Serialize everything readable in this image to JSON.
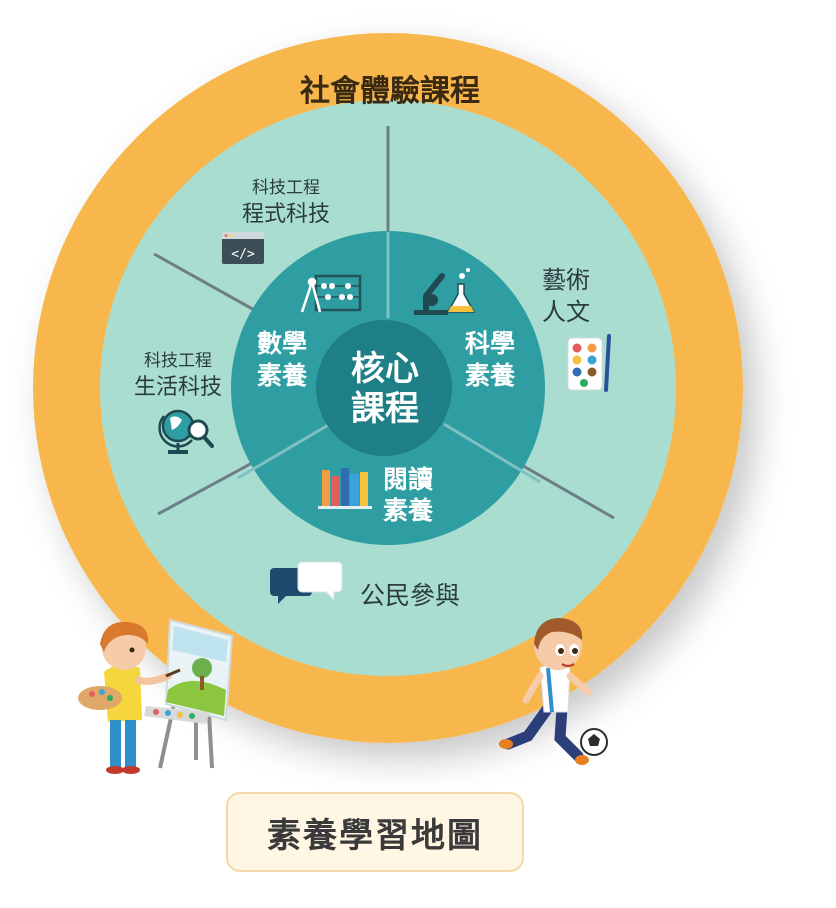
{
  "diagram": {
    "outer_ring_label": "社會體驗課程",
    "core": {
      "line1": "核心",
      "line2": "課程"
    },
    "inner_segments": {
      "math": {
        "line1": "數學",
        "line2": "素養"
      },
      "science": {
        "line1": "科學",
        "line2": "素養"
      },
      "reading": {
        "line1": "閱讀",
        "line2": "素養"
      }
    },
    "middle_segments": {
      "programming": {
        "small": "科技工程",
        "large": "程式科技"
      },
      "living_tech": {
        "small": "科技工程",
        "large": "生活科技"
      },
      "arts": {
        "line1": "藝術",
        "line2": "人文"
      },
      "civic": {
        "label": "公民參與"
      }
    }
  },
  "map_title": "素養學習地圖",
  "colors": {
    "outer_ring": "#f8b74d",
    "middle_ring": "#a9ddd0",
    "inner_ring": "#2f9ea3",
    "core": "#1f7f86",
    "title_box_bg": "#fff6e3"
  },
  "icons": [
    "code-window-icon",
    "abacus-compass-icon",
    "microscope-flask-icon",
    "paint-palette-icon",
    "globe-magnifier-icon",
    "books-icon",
    "chat-bubbles-icon",
    "child-painter-illustration",
    "child-soccer-illustration"
  ]
}
